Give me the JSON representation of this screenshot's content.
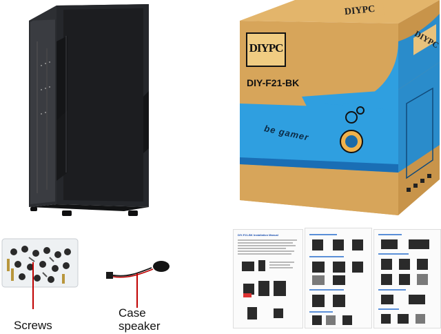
{
  "box": {
    "brand_logo_text": "DIYPC",
    "model_text": "DIY-F21-BK",
    "slogan": "be gamer",
    "colors": {
      "cardboard": "#d8a85c",
      "blue": "#2f9fe0",
      "dark_blue": "#1a6eb5"
    }
  },
  "accessories": {
    "screws_label": "Screws",
    "speaker_label_line1": "Case",
    "speaker_label_line2": "speaker"
  },
  "manual": {
    "title": "DIY-F21-BK Installation Manual"
  },
  "colors": {
    "case_black": "#1c1d20",
    "accent_red": "#c00000"
  }
}
